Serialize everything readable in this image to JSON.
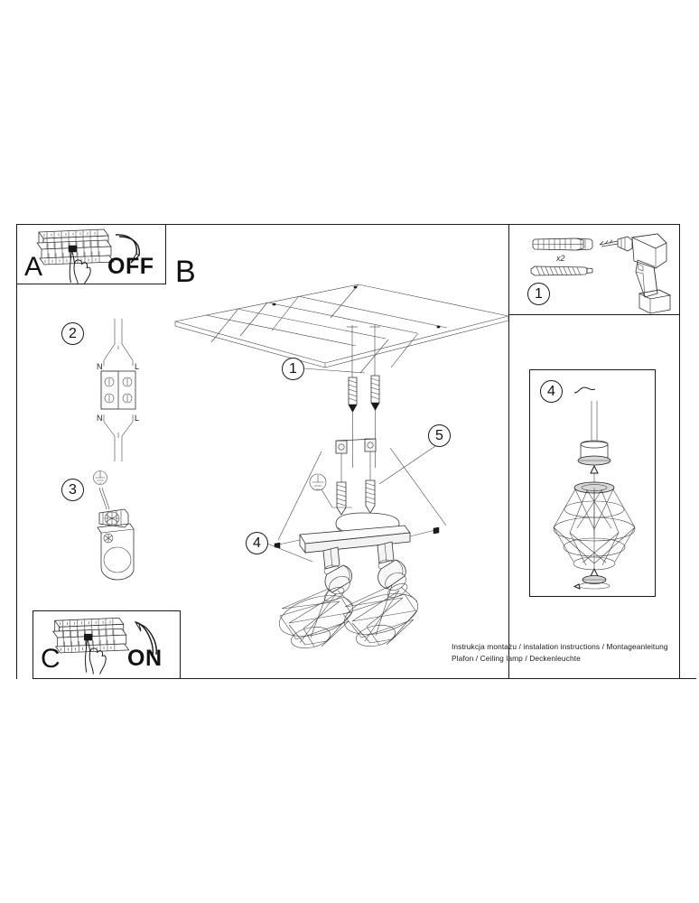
{
  "document": {
    "title_line_1": "Instrukcja montażu / instalation instructions / Montageanleitung",
    "title_line_2": "Plafon / Ceiling lamp / Deckenleuchte"
  },
  "steps": {
    "a": {
      "letter": "A",
      "action_label": "OFF",
      "icon": "fuse-box-hand-icon",
      "arrow": "arrow-down-icon"
    },
    "b": {
      "letter": "B"
    },
    "c": {
      "letter": "C",
      "action_label": "ON",
      "icon": "fuse-box-hand-icon",
      "arrow": "arrow-up-icon"
    }
  },
  "callouts": {
    "step1": "1",
    "step2": "2",
    "step3": "3",
    "step4": "4",
    "step5": "5",
    "step1_main": "1",
    "step4_main": "4",
    "step5_main": "5"
  },
  "parts": {
    "wall_plug_qty": "x2",
    "wall_plug_icon": "wall-plug-icon",
    "screw_icon": "screw-icon",
    "drill_icon": "power-drill-icon"
  },
  "wiring": {
    "terminal_left_top": "N",
    "terminal_right_top": "L",
    "terminal_left_bottom": "N",
    "terminal_right_bottom": "L",
    "earth_symbol": "earth-ground-icon"
  },
  "colors": {
    "line": "#1a1a1a",
    "background": "#ffffff",
    "shade_gray": "#d8d8d8"
  }
}
